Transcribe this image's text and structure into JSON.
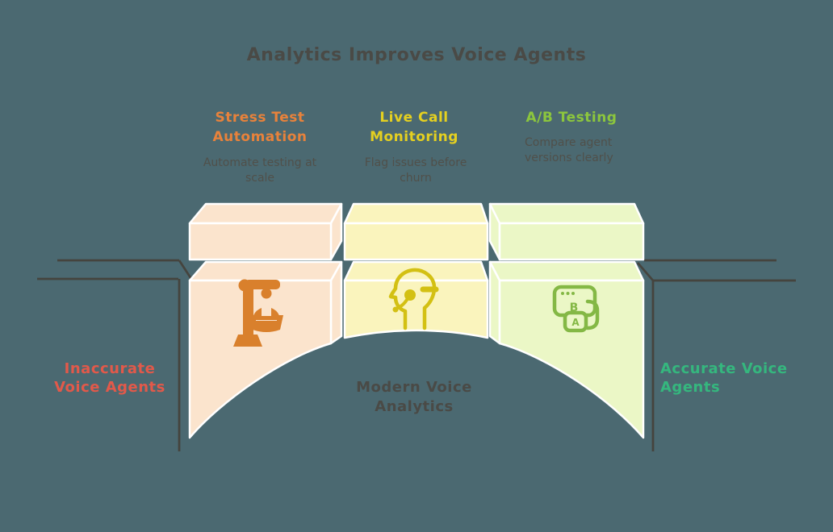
{
  "title": {
    "text": "Analytics Improves Voice Agents",
    "color": "#4A4A46"
  },
  "columns": [
    {
      "heading_line1": "Stress Test",
      "heading_line2": "Automation",
      "heading_color": "#E8823B",
      "subtitle": "Automate testing at scale",
      "icon": "robot-arm-icon",
      "icon_color": "#D9802C",
      "box_fill": "#FBE4CD"
    },
    {
      "heading_line1": "Live Call",
      "heading_line2": "Monitoring",
      "heading_color": "#E5D020",
      "subtitle": "Flag issues before churn",
      "icon": "live-call-monitoring-icon",
      "icon_color": "#D3C013",
      "box_fill": "#FAF4BD"
    },
    {
      "heading_line1": "A/B Testing",
      "heading_line2": "",
      "heading_color": "#8CC63D",
      "subtitle": "Compare agent versions clearly",
      "icon": "ab-testing-icon",
      "icon_color": "#84B845",
      "box_fill": "#EBF7C6",
      "icon_letter_b": "B",
      "icon_letter_a": "A"
    }
  ],
  "labels": {
    "left": "Inaccurate Voice Agents",
    "left_color": "#E2594A",
    "center": "Modern Voice Analytics",
    "center_color": "#4A4A46",
    "right": "Accurate Voice Agents",
    "right_color": "#35B77E"
  },
  "colors": {
    "background": "#4B6971",
    "subtitle_text": "#50504A",
    "bridge_line": "#45443E",
    "box_outline": "#FFFFFF"
  }
}
